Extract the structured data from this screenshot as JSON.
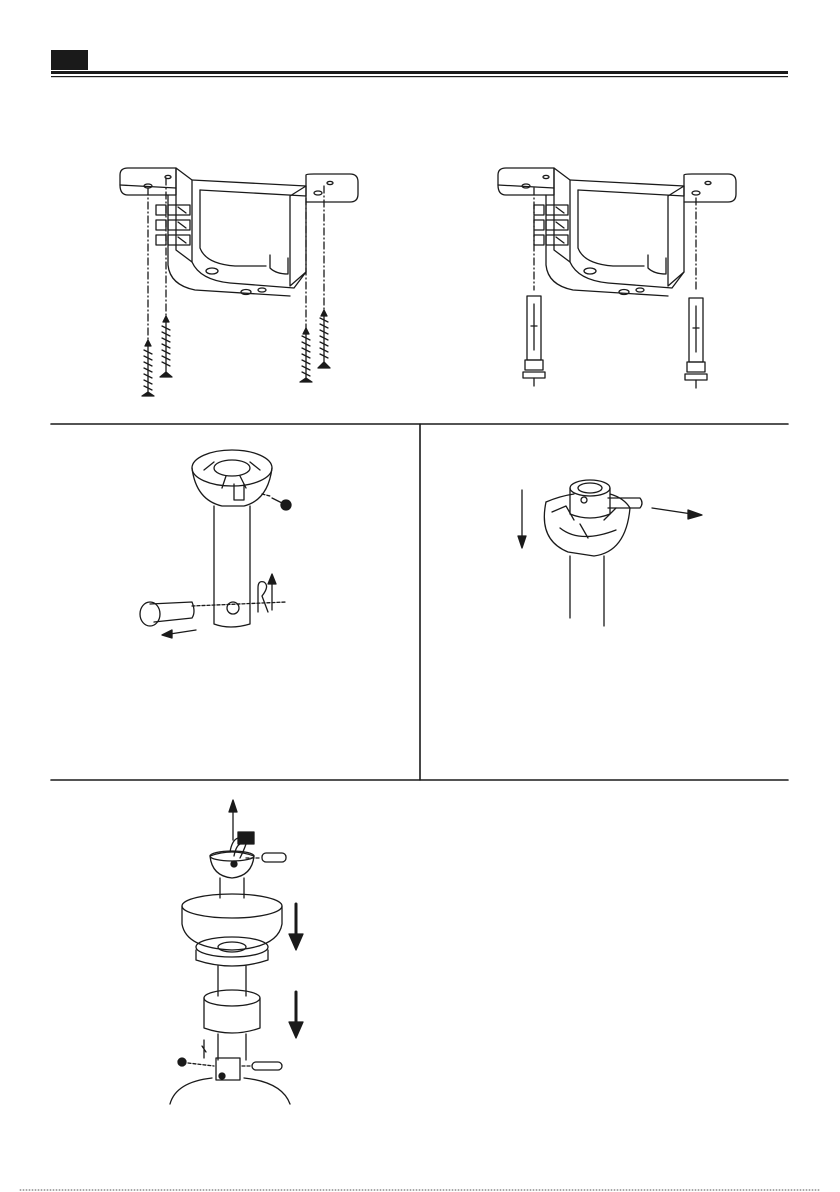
{
  "header": {
    "badge_color": "#1a1a1a",
    "rule_color": "#1a1a1a"
  },
  "figures": {
    "bracket_with_wood_screws": {
      "icon": "ceiling-bracket-wood-screws"
    },
    "bracket_with_expansion_bolts": {
      "icon": "ceiling-bracket-expansion-bolts"
    },
    "downrod_disassembly": {
      "icon": "downrod-canopy-pin-clip"
    },
    "downrod_insertion": {
      "icon": "downrod-ball-crossbar"
    },
    "canopy_assembly": {
      "icon": "canopy-downrod-motor-assembly"
    }
  }
}
